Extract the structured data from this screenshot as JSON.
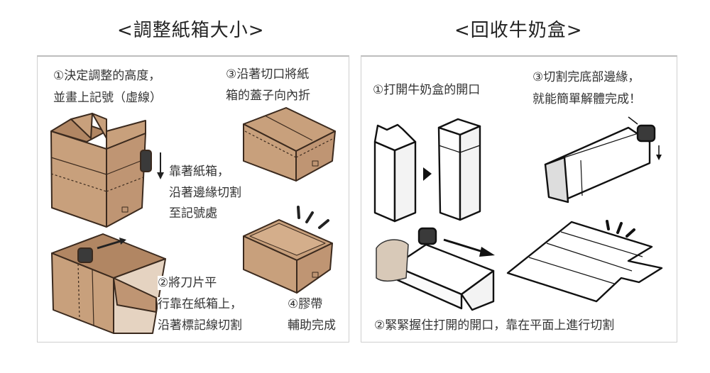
{
  "left_section": {
    "title": "<調整紙箱大小>",
    "step1": [
      "①決定調整的高度，",
      "並畫上記號（虛線）"
    ],
    "cut_note": [
      "靠著紙箱，",
      "沿著邊緣切割",
      "至記號處"
    ],
    "step2": [
      "②將刀片平",
      "行靠在紙箱上，",
      "沿著標記線切割"
    ],
    "step3": [
      "③沿著切口將紙",
      "箱的蓋子向內折"
    ],
    "step4": [
      "④膠帶",
      "輔助完成"
    ]
  },
  "right_section": {
    "title": "<回收牛奶盒>",
    "step1": "①打開牛奶盒的開口",
    "step2": "②緊緊握住打開的開口，靠在平面上進行切割",
    "step3": [
      "③切割完底部邊緣，",
      "就能簡單解體完成！"
    ]
  },
  "colors": {
    "cardboard": "#c8a07c",
    "cardboard_dark": "#b18663",
    "outline": "#3b2a1e",
    "cutter": "#3a3a3a"
  }
}
